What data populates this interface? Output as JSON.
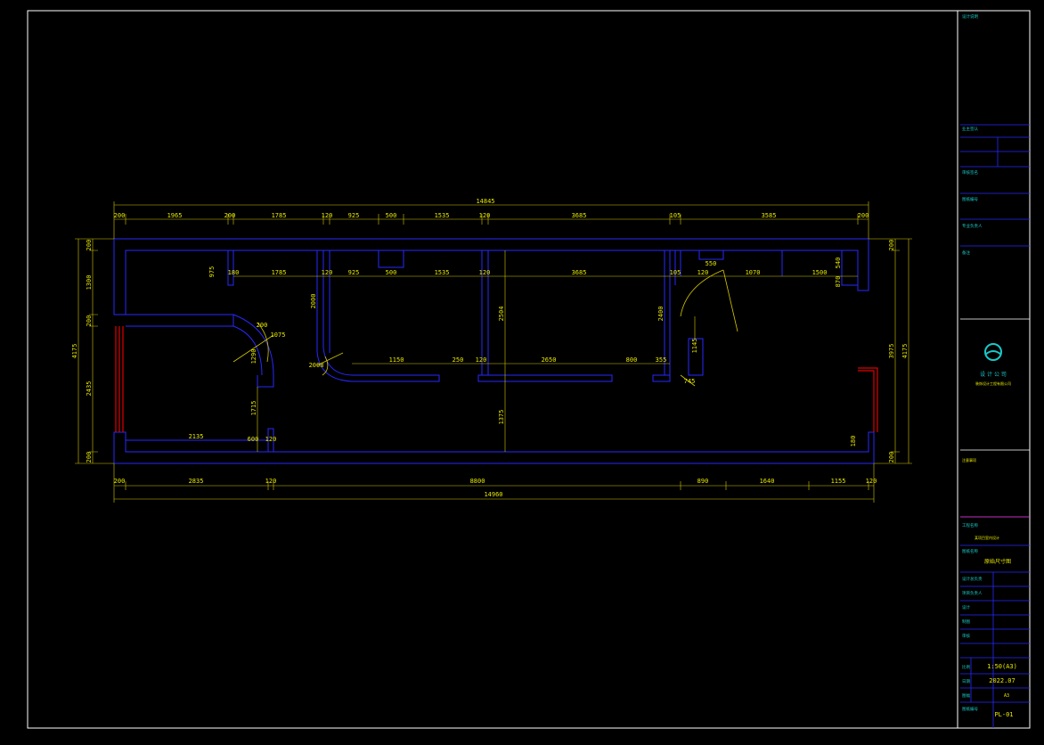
{
  "colors": {
    "background": "#000000",
    "frame": "#ffffff",
    "wall": "#2828ff",
    "dimension": "#d4c800",
    "door": "#d4c800",
    "accent_red": "#e00000",
    "titleblock_line": "#2828ff",
    "titleblock_text": "#19c8c8",
    "separator_magenta": "#ff40ff"
  },
  "dimensions": {
    "top_overall": "14845",
    "top_row": [
      "200",
      "1965",
      "200",
      "1785",
      "120",
      "925",
      "500",
      "1535",
      "120",
      "3685",
      "105",
      "3585",
      "200"
    ],
    "inner_row": [
      "180",
      "1785",
      "120",
      "925",
      "500",
      "1535",
      "120",
      "3685",
      "105",
      "120",
      "1070",
      "1500"
    ],
    "inner_row_vertical": [
      "975",
      "2000",
      "2504",
      "2400",
      "1145",
      "1375"
    ],
    "corridor_row": [
      "1150",
      "250",
      "120",
      "2650",
      "800",
      "355"
    ],
    "bottom_row": [
      "200",
      "2835",
      "120",
      "8800",
      "890",
      "1640",
      "1155",
      "120"
    ],
    "bottom_overall": "14960",
    "left_column": [
      "200",
      "1300",
      "200",
      "2435",
      "200"
    ],
    "left_overall": "4175",
    "right_column": [
      "200",
      "3975",
      "200"
    ],
    "right_overall": "4175",
    "small_labels": [
      "2135",
      "1290",
      "1715",
      "1075",
      "2008",
      "550",
      "540",
      "745",
      "600",
      "180",
      "870",
      "120",
      "200"
    ]
  },
  "title_block": {
    "top_label": "设计说明",
    "section_labels": [
      "业主签认",
      "审核签名",
      "图纸编号",
      "专业负责人",
      "备注"
    ],
    "company_name": "设 计 公 司",
    "company_sub": "装饰设计工程有限公司",
    "notes_heading": "注意事项",
    "project_label": "工程名称",
    "project_value": "某项目室内设计",
    "drawing_label": "图纸名称",
    "drawing_value": "原始尺寸图",
    "rows": [
      {
        "label": "设计总负责",
        "value": ""
      },
      {
        "label": "项目负责人",
        "value": ""
      },
      {
        "label": "设计",
        "value": ""
      },
      {
        "label": "制图",
        "value": ""
      },
      {
        "label": "审核",
        "value": ""
      }
    ],
    "scale_label": "比例",
    "scale_value": "1:50(A3)",
    "date_label": "日期",
    "date_value": "2022.07",
    "size_label": "图幅",
    "size_value": "A3",
    "sheet_label": "图纸编号",
    "sheet_value": "PL-01"
  }
}
